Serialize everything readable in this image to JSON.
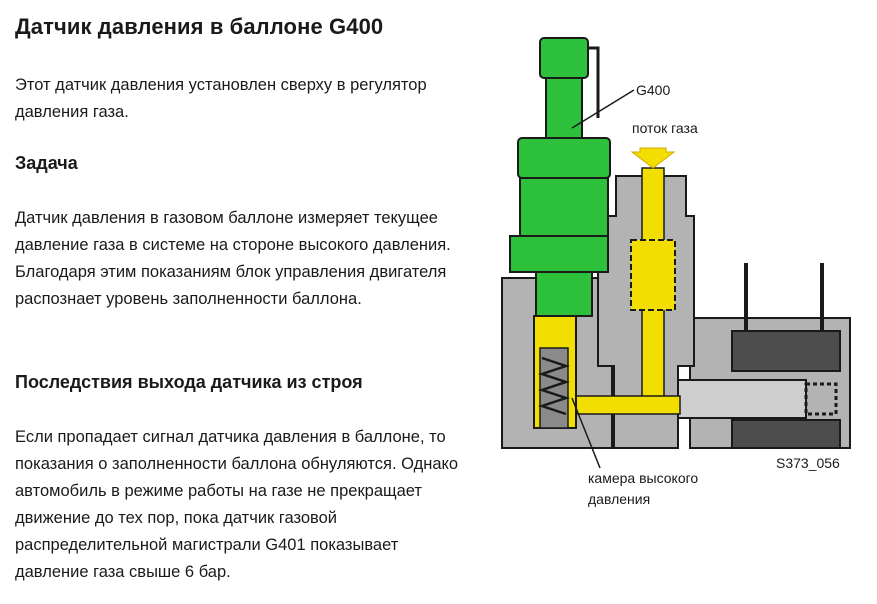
{
  "title": "Датчик давления в баллоне G400",
  "intro": "Этот датчик давления установлен сверху в регулятор давления газа.",
  "task": {
    "heading": "Задача",
    "text": "Датчик давления в газовом баллоне измеряет текущее давление газа в системе на стороне высокого давления. Благодаря этим показаниям блок управления двигателя распознает уровень заполненности баллона."
  },
  "failure": {
    "heading": "Последствия выхода датчика из строя",
    "text": "Если пропадает сигнал датчика давления в баллоне, то показания о заполненности баллона обнуляются. Однако автомобиль в режиме работы на газе не прекращает движение до тех пор, пока датчик газовой распределительной магистрали G401 показывает давление газа свыше 6 бар."
  },
  "figure": {
    "label_sensor": "G400",
    "label_flow": "поток газа",
    "label_chamber_line1": "камера высокого",
    "label_chamber_line2": "давления",
    "figure_id": "S373_056"
  },
  "colors": {
    "sensor_green": "#2dc03a",
    "gas_yellow": "#f2de00",
    "housing_gray": "#b3b3b3",
    "dark_gray": "#4d4d4d"
  }
}
